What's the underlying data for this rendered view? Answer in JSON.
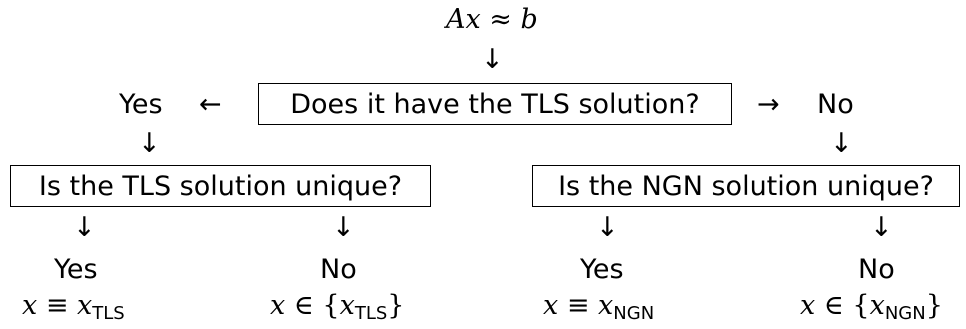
{
  "root": {
    "equation": "Ax ≈ b"
  },
  "question_main": "Does it have the TLS solution?",
  "branch_yes": "Yes",
  "branch_no": "No",
  "question_tls": "Is the TLS solution unique?",
  "question_ngn": "Is the NGN solution unique?",
  "tls_yes": {
    "label": "Yes",
    "result_var": "x",
    "result_rel": "≡",
    "result_sym": "x",
    "result_sub": "TLS"
  },
  "tls_no": {
    "label": "No",
    "result_var": "x",
    "result_rel": "∈",
    "result_open": "{",
    "result_sym": "x",
    "result_sub": "TLS",
    "result_close": "}"
  },
  "ngn_yes": {
    "label": "Yes",
    "result_var": "x",
    "result_rel": "≡",
    "result_sym": "x",
    "result_sub": "NGN"
  },
  "ngn_no": {
    "label": "No",
    "result_var": "x",
    "result_rel": "∈",
    "result_open": "{",
    "result_sym": "x",
    "result_sub": "NGN",
    "result_close": "}"
  },
  "arrows": {
    "down": "↓",
    "left": "←",
    "right": "→"
  }
}
